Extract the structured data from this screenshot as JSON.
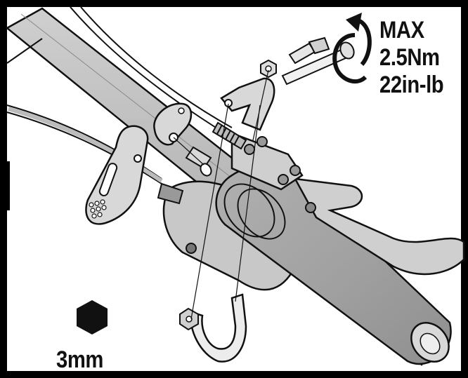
{
  "torque_spec": {
    "line1": "MAX",
    "line2": "2.5Nm",
    "line3": "22in-lb"
  },
  "tool": {
    "label": "3mm",
    "icon": "hex-key-icon"
  },
  "colors": {
    "ink": "#111111",
    "bar": "#bdbdbd",
    "part": "#d4d4d4",
    "frame": "#000000"
  }
}
